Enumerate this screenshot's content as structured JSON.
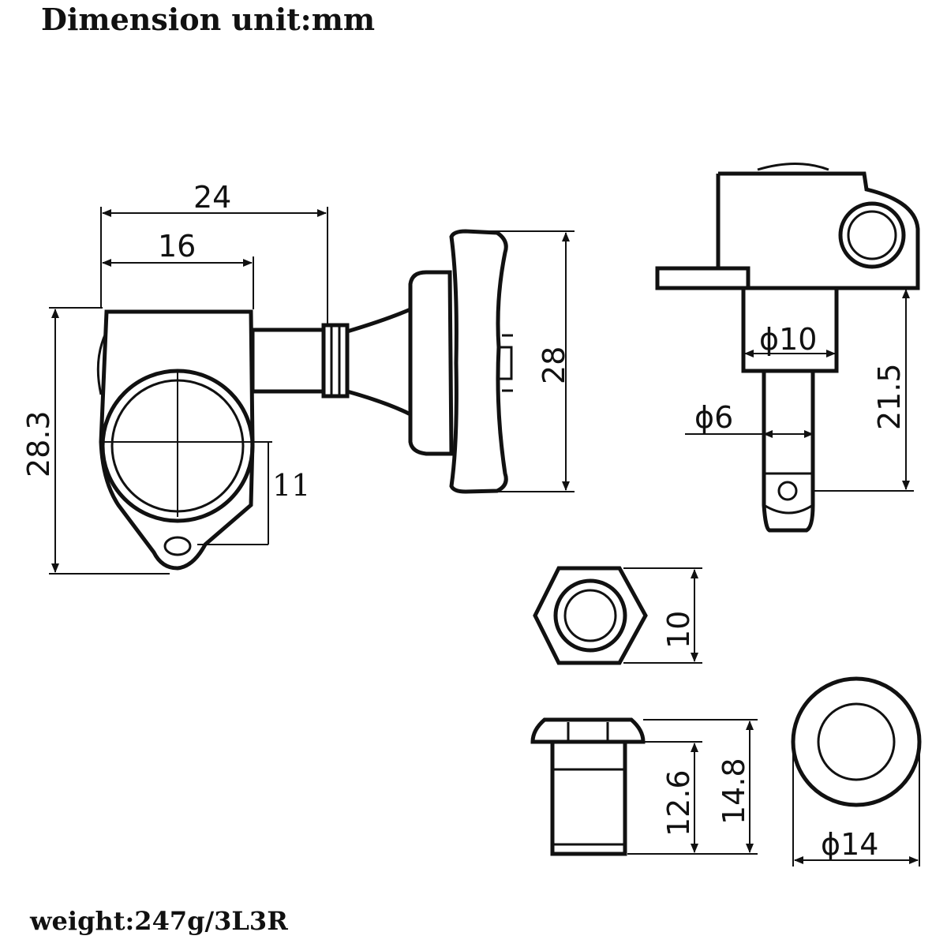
{
  "title": "Dimension unit:mm",
  "footer": "weight:247g/3L3R",
  "dimensions": {
    "width_24": "24",
    "width_16": "16",
    "height_28_3": "28.3",
    "button_28": "28",
    "offset_11": "11",
    "bushing_dia_10": "ϕ10",
    "post_dia_6": "ϕ6",
    "post_height_21_5": "21.5",
    "nut_10": "10",
    "bushing_12_6": "12.6",
    "bushing_14_8": "14.8",
    "washer_dia_14": "ϕ14"
  }
}
